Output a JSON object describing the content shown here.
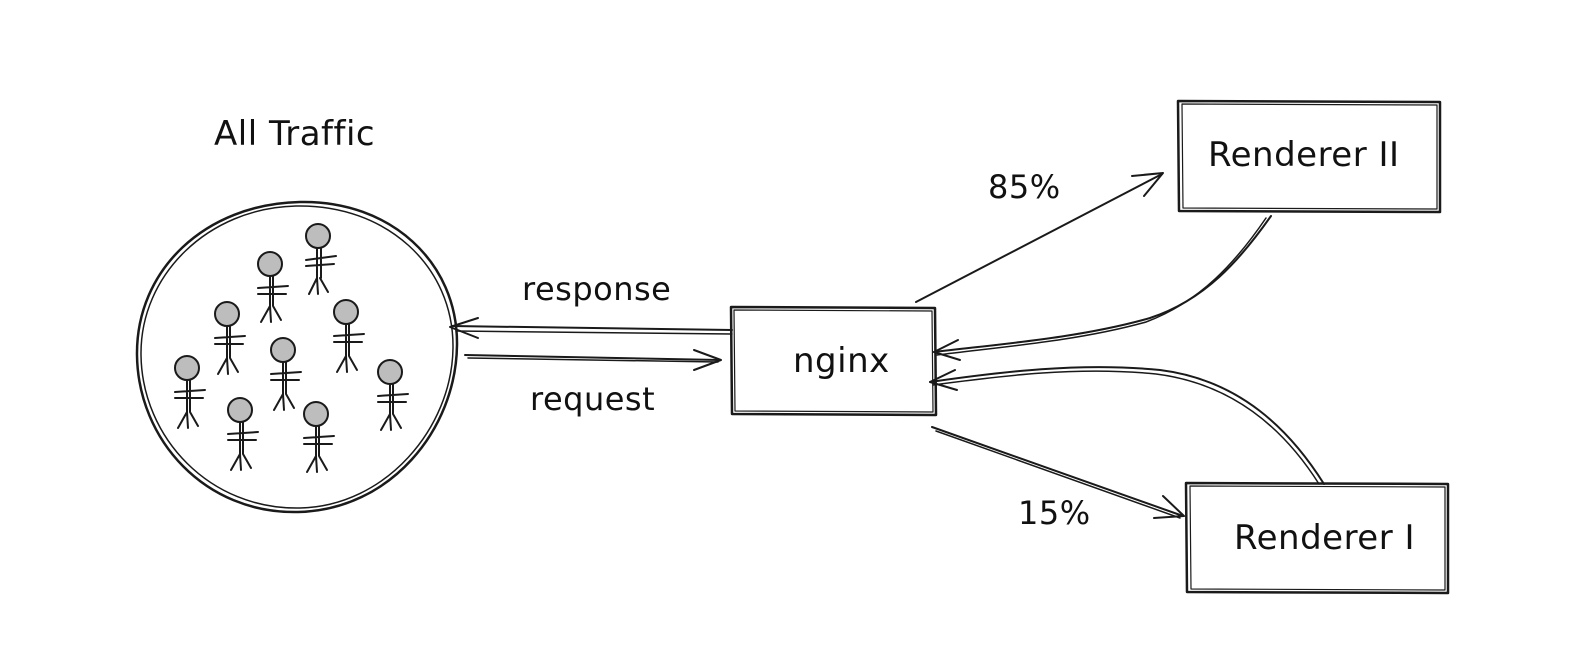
{
  "diagram": {
    "traffic_label": "All Traffic",
    "nginx_label": "nginx",
    "renderer_top_label": "Renderer II",
    "renderer_bottom_label": "Renderer I",
    "response_label": "response",
    "request_label": "request",
    "percent_top": "85%",
    "percent_bottom": "15%"
  },
  "colors": {
    "ink": "#1a1a1a",
    "background": "#ffffff",
    "head_fill": "#bdbdbd"
  }
}
